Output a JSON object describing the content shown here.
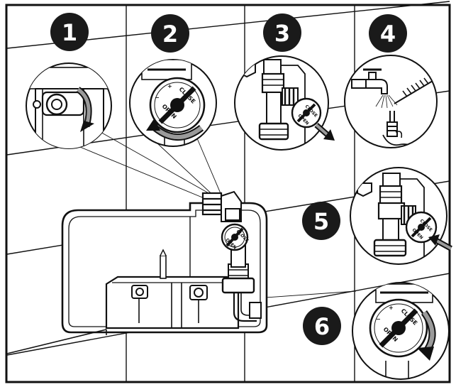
{
  "steps": [
    {
      "number": "1"
    },
    {
      "number": "2"
    },
    {
      "number": "3"
    },
    {
      "number": "4"
    },
    {
      "number": "5"
    },
    {
      "number": "6"
    }
  ],
  "valve_labels": {
    "close": "CLOSE",
    "open": "OPEN",
    "plus": "+",
    "minus": "−"
  },
  "colors": {
    "ink": "#111111",
    "paper": "#ffffff",
    "shade": "#9a9a9a",
    "badge": "#1a1a1a"
  }
}
